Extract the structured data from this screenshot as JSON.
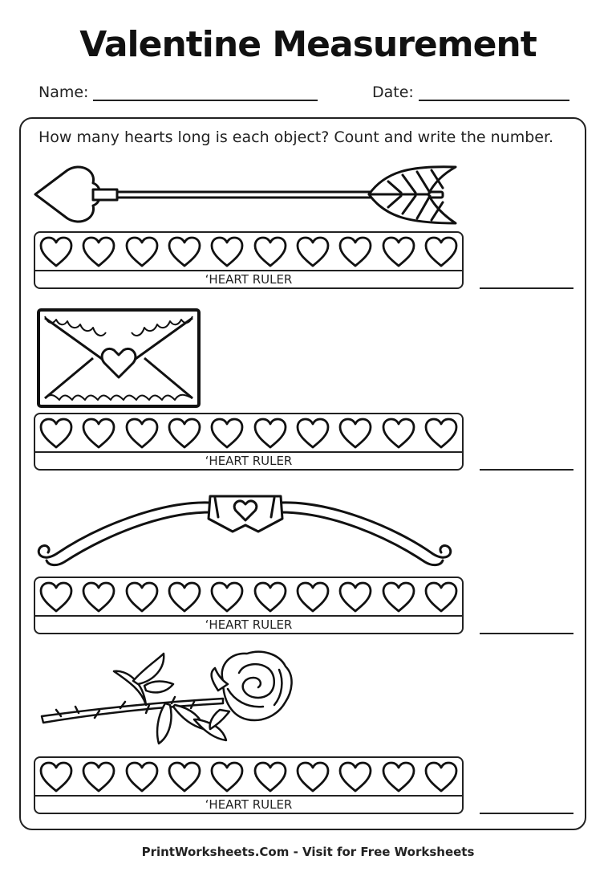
{
  "title": "Valentine Measurement",
  "name_label": "Name:",
  "date_label": "Date:",
  "instruction": "How many hearts long is each object? Count and write the number.",
  "items": [
    {
      "object_icon": "arrow-icon",
      "ruler_label": "‘HEART RULER",
      "heart_count": 10,
      "answer": ""
    },
    {
      "object_icon": "envelope-icon",
      "ruler_label": "‘HEART RULER",
      "heart_count": 10,
      "answer": ""
    },
    {
      "object_icon": "bow-icon",
      "ruler_label": "‘HEART RULER",
      "heart_count": 10,
      "answer": ""
    },
    {
      "object_icon": "rose-icon",
      "ruler_label": "‘HEART RULER",
      "heart_count": 10,
      "answer": ""
    }
  ],
  "footer": "PrintWorksheets.Com - Visit for Free Worksheets",
  "colors": {
    "ink": "#222222",
    "paper": "#ffffff"
  }
}
